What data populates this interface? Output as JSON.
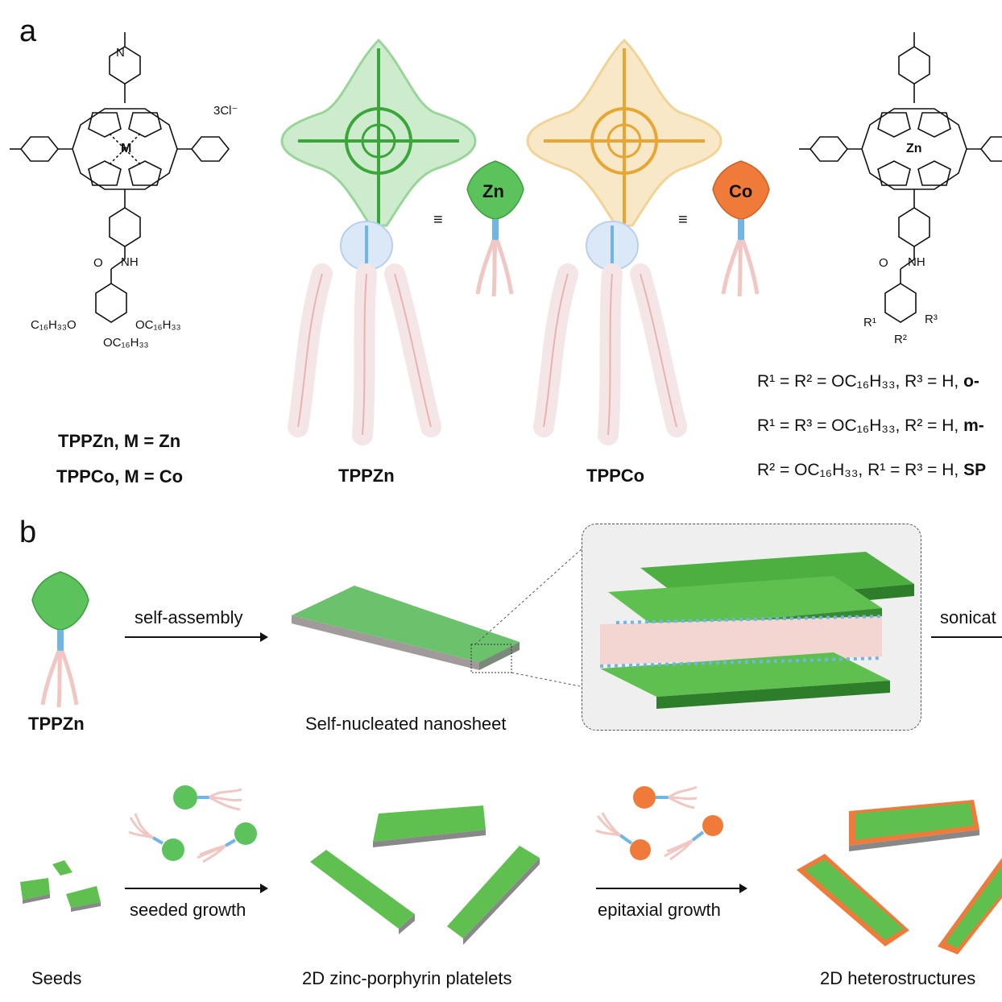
{
  "panel_a": {
    "letter": "a",
    "counterion": "3Cl⁻",
    "metal_generic": "M",
    "metal_zn": "Zn",
    "metal_co": "Co",
    "chain1": "C₁₆H₃₃O",
    "chain2": "OC₁₆H₃₃",
    "chain3": "OC₁₆H₃₃",
    "nh": "NH",
    "o": "O",
    "n": "N",
    "r1": "R¹",
    "r2": "R²",
    "r3": "R³",
    "def_zn_name": "TPPZn",
    "def_zn_rest": ", M = Zn",
    "def_co_name": "TPPCo",
    "def_co_rest": ", M = Co",
    "model_zn_label": "TPPZn",
    "model_co_label": "TPPCo",
    "equiv": "≡",
    "badge_zn": "Zn",
    "badge_co": "Co",
    "r_lines": [
      {
        "text": "R¹ = R² = OC₁₆H₃₃, R³ = H, ",
        "bold": "o-"
      },
      {
        "text": "R¹ = R³ = OC₁₆H₃₃, R² = H, ",
        "bold": "m-"
      },
      {
        "text": "R² = OC₁₆H₃₃, R¹ = R³ = H, ",
        "bold": "SP"
      }
    ]
  },
  "panel_b": {
    "letter": "b",
    "arrow1": "self-assembly",
    "arrow2": "sonicat",
    "arrow3": "seeded growth",
    "arrow4": "epitaxial growth",
    "tppzn": "TPPZn",
    "nanosheet": "Self-nucleated nanosheet",
    "seeds": "Seeds",
    "platelets": "2D zinc-porphyrin platelets",
    "hetero": "2D heterostructures"
  },
  "colors": {
    "zn_green": "#5cc25c",
    "co_orange": "#f07a3a",
    "linker_blue": "#6fb6e6",
    "tail_pink": "#f1c7c3"
  }
}
